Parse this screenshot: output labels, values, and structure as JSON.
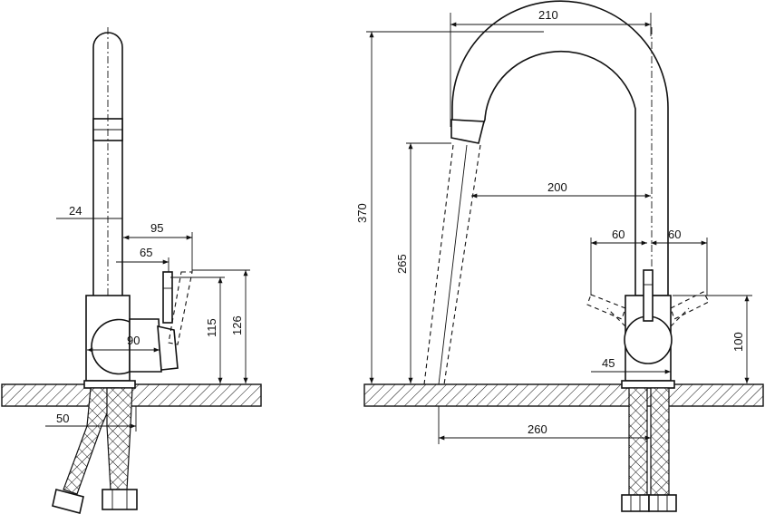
{
  "side_view": {
    "dimensions": {
      "d24": "24",
      "d95": "95",
      "d65": "65",
      "d90": "90",
      "d115": "115",
      "d126": "126",
      "d50": "50"
    }
  },
  "front_view": {
    "dimensions": {
      "d210": "210",
      "d370": "370",
      "d265": "265",
      "d200": "200",
      "d60_left": "60",
      "d60_right": "60",
      "d100": "100",
      "d45": "45",
      "d260": "260"
    }
  },
  "colors": {
    "line": "#111111",
    "background": "#ffffff"
  }
}
